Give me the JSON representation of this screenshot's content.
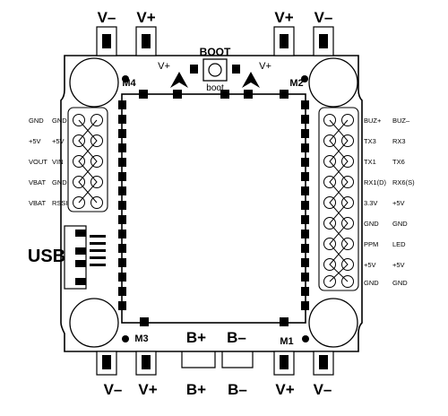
{
  "title": "",
  "top_pads": {
    "left_neg": "V–",
    "left_pos": "V+",
    "right_pos": "V+",
    "right_neg": "V–"
  },
  "bottom_pads": {
    "left_neg": "V–",
    "left_pos": "V+",
    "batt_pos": "B+",
    "batt_neg": "B–",
    "right_pos": "V+",
    "right_neg": "V–"
  },
  "boot": {
    "top_label": "BOOT",
    "bottom_label": "boot"
  },
  "inner_vplus": {
    "left": "V+",
    "right": "V+"
  },
  "motors": {
    "m1": "M1",
    "m2": "M2",
    "m3": "M3",
    "m4": "M4"
  },
  "usb_label": "USB",
  "left_header": {
    "rows": [
      {
        "outer": "GND",
        "inner": "GND"
      },
      {
        "outer": "+5V",
        "inner": "+5V"
      },
      {
        "outer": "VOUT",
        "inner": "VIN"
      },
      {
        "outer": "VBAT",
        "inner": "GND"
      },
      {
        "outer": "VBAT",
        "inner": "RSSI"
      }
    ]
  },
  "right_header": {
    "rows": [
      {
        "inner": "BUZ+",
        "outer": "BUZ–"
      },
      {
        "inner": "TX3",
        "outer": "RX3"
      },
      {
        "inner": "TX1",
        "outer": "TX6"
      },
      {
        "inner": "RX1(D)",
        "outer": "RX6(S)"
      },
      {
        "inner": "3.3V",
        "outer": "+5V"
      },
      {
        "inner": "GND",
        "outer": "GND"
      },
      {
        "inner": "PPM",
        "outer": "LED"
      },
      {
        "inner": "+5V",
        "outer": "+5V"
      },
      {
        "inner": "GND",
        "outer": "GND"
      }
    ]
  }
}
